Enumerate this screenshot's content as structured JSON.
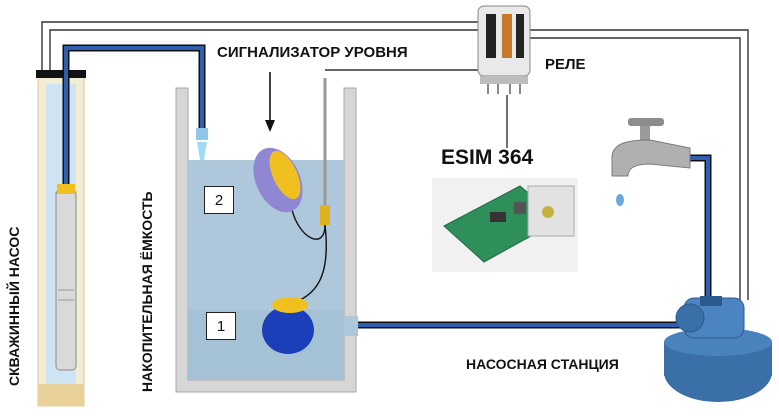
{
  "labels": {
    "level_sensor": "СИГНАЛИЗАТОР УРОВНЯ",
    "relay": "РЕЛЕ",
    "controller": "ESIM 364",
    "tank": "НАКОПИТЕЛЬНАЯ ЁМКОСТЬ",
    "well_pump": "СКВАЖИННЫЙ НАСОС",
    "pump_station": "НАСОСНАЯ СТАНЦИЯ"
  },
  "floats": {
    "upper": "2",
    "lower": "1"
  },
  "colors": {
    "water": "#a9c4d8",
    "pipe": "#1d4f9a",
    "float_upper": "#8f86d4",
    "float_lower": "#1a3fb8",
    "float_cap": "#f0c020",
    "tank_wall": "#c9c9c9",
    "pump_body": "#3a6fa8"
  }
}
